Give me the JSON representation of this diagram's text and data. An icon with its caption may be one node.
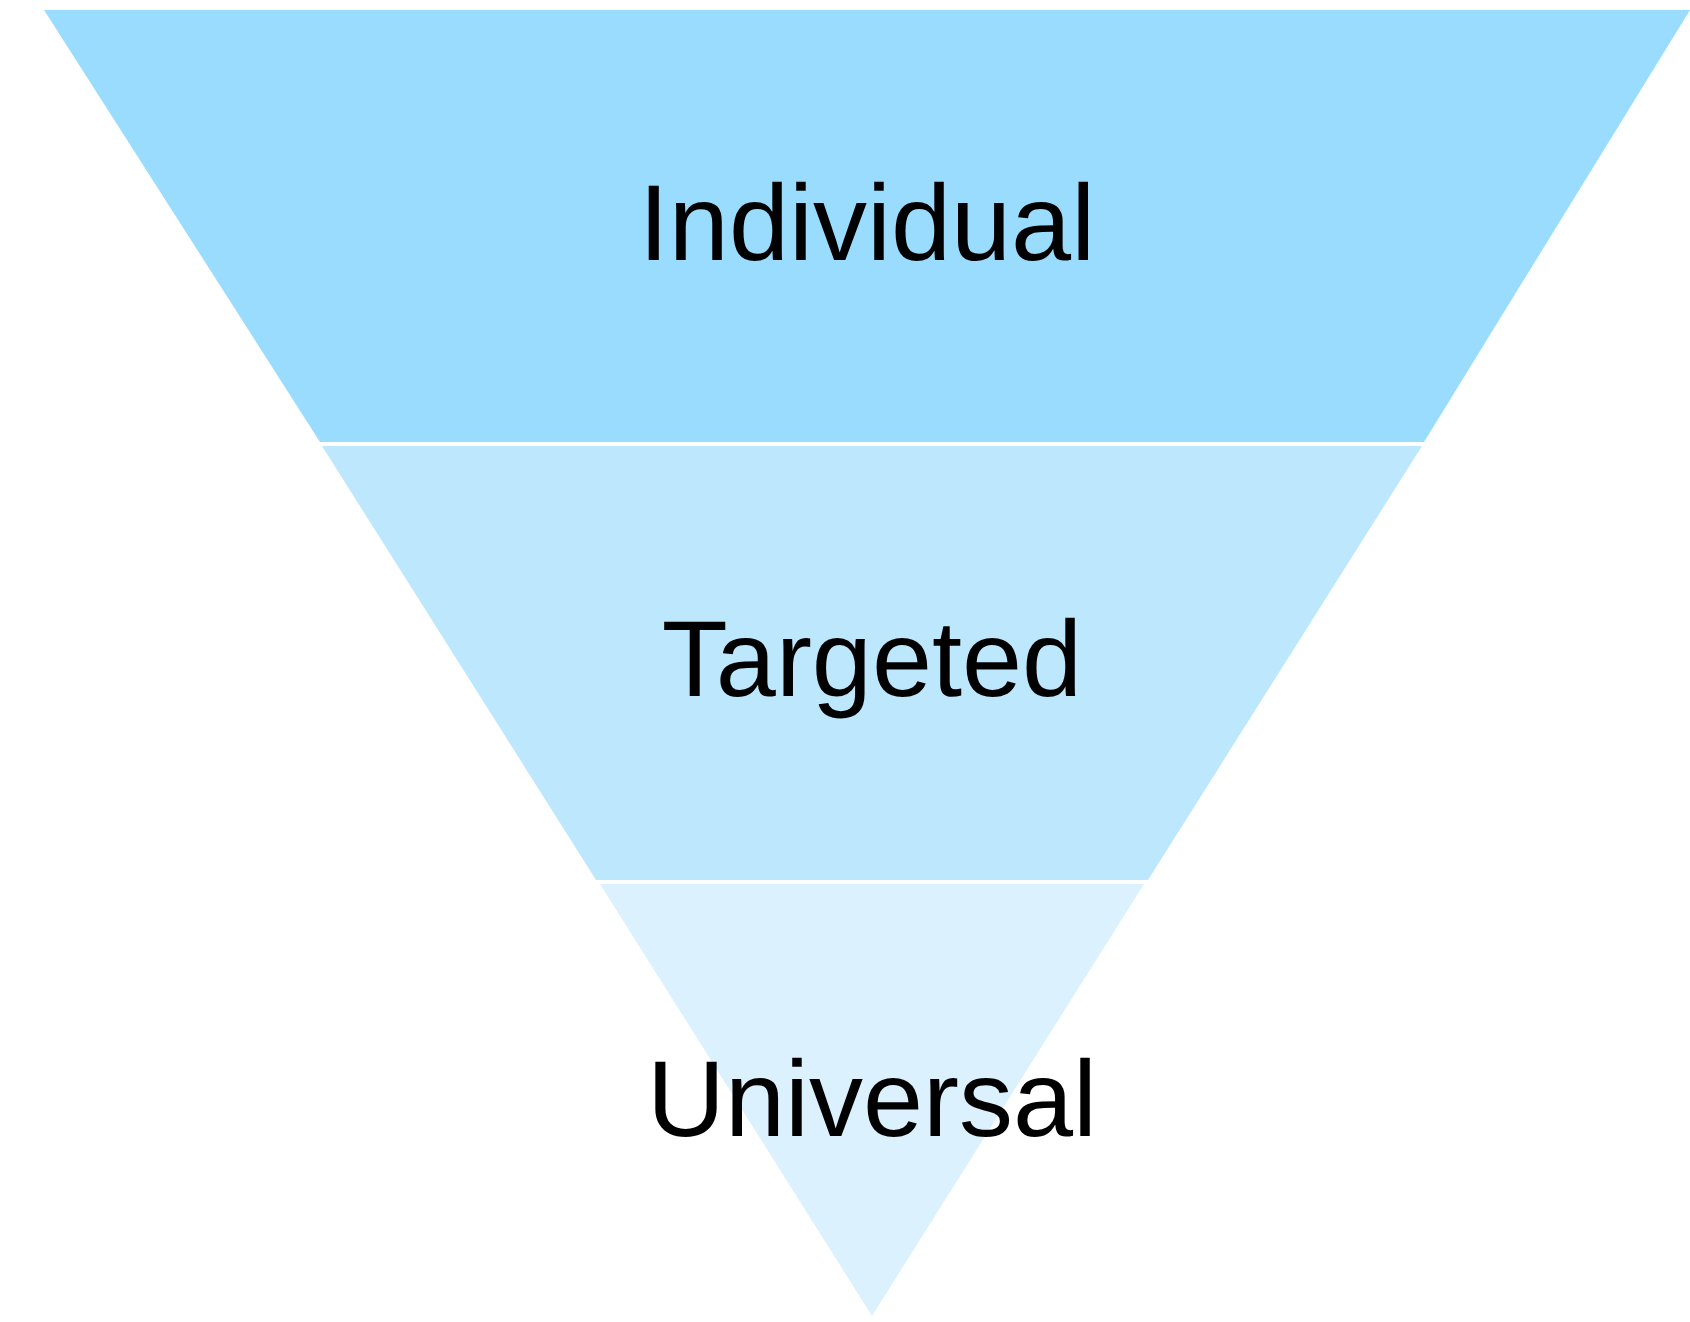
{
  "diagram": {
    "nodes": [
      {
        "text": [
          "Individual"
        ]
      },
      {
        "text": [
          "Targeted"
        ]
      },
      {
        "text": [
          "Universal"
        ]
      }
    ]
  }
}
